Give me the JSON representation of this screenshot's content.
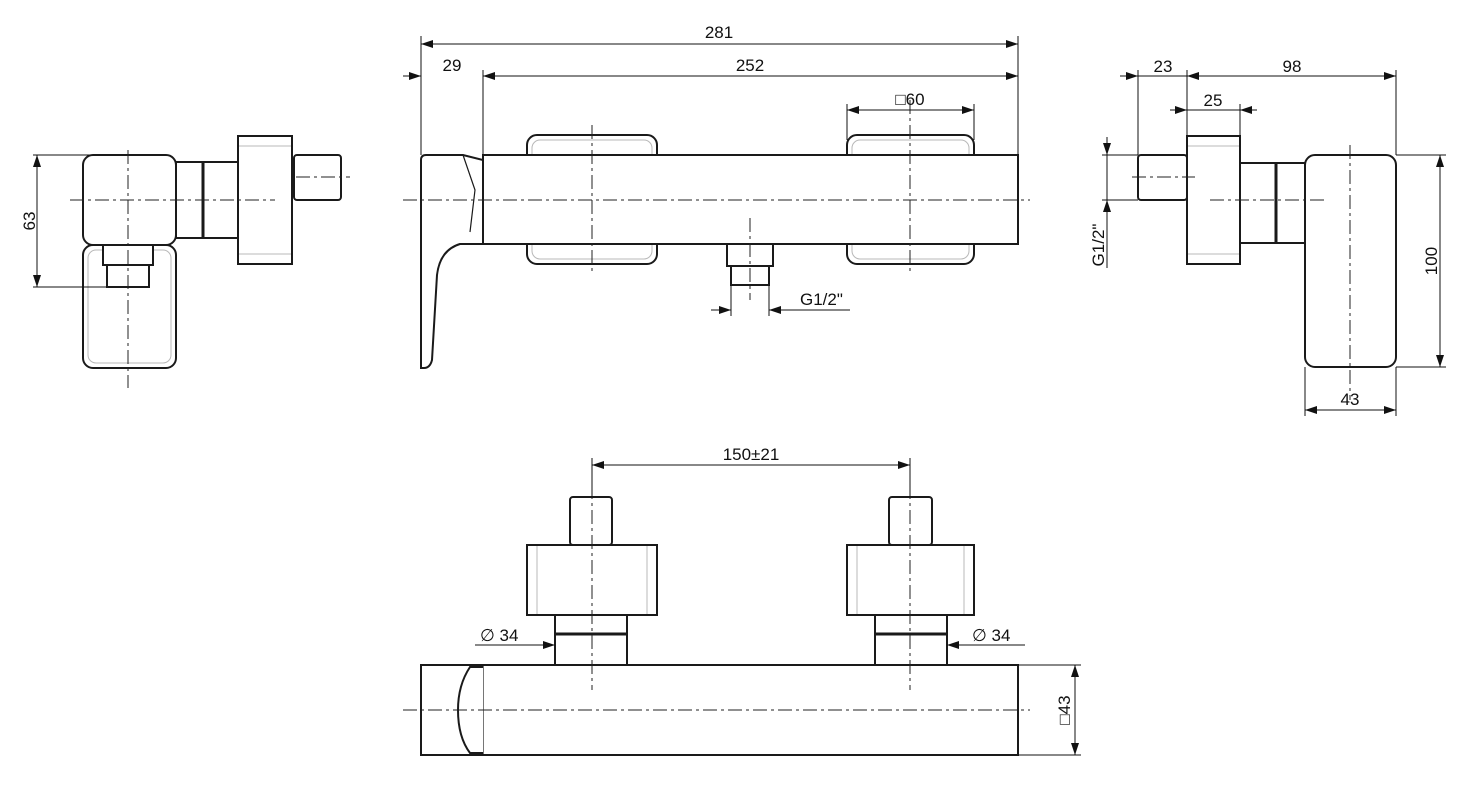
{
  "front_view": {
    "overall_length": "281",
    "lever_offset": "29",
    "body_length": "252",
    "knob_square": "□60",
    "outlet_thread": "G1/2\""
  },
  "left_view": {
    "height": "63"
  },
  "right_view": {
    "stem_length": "23",
    "depth": "98",
    "knob_width": "25",
    "inlet_thread": "G1/2\"",
    "lever_height": "100",
    "lever_width": "43"
  },
  "top_view": {
    "center_distance": "150±21",
    "diameter_left": "∅ 34",
    "diameter_right": "∅ 34",
    "body_square": "□43"
  }
}
